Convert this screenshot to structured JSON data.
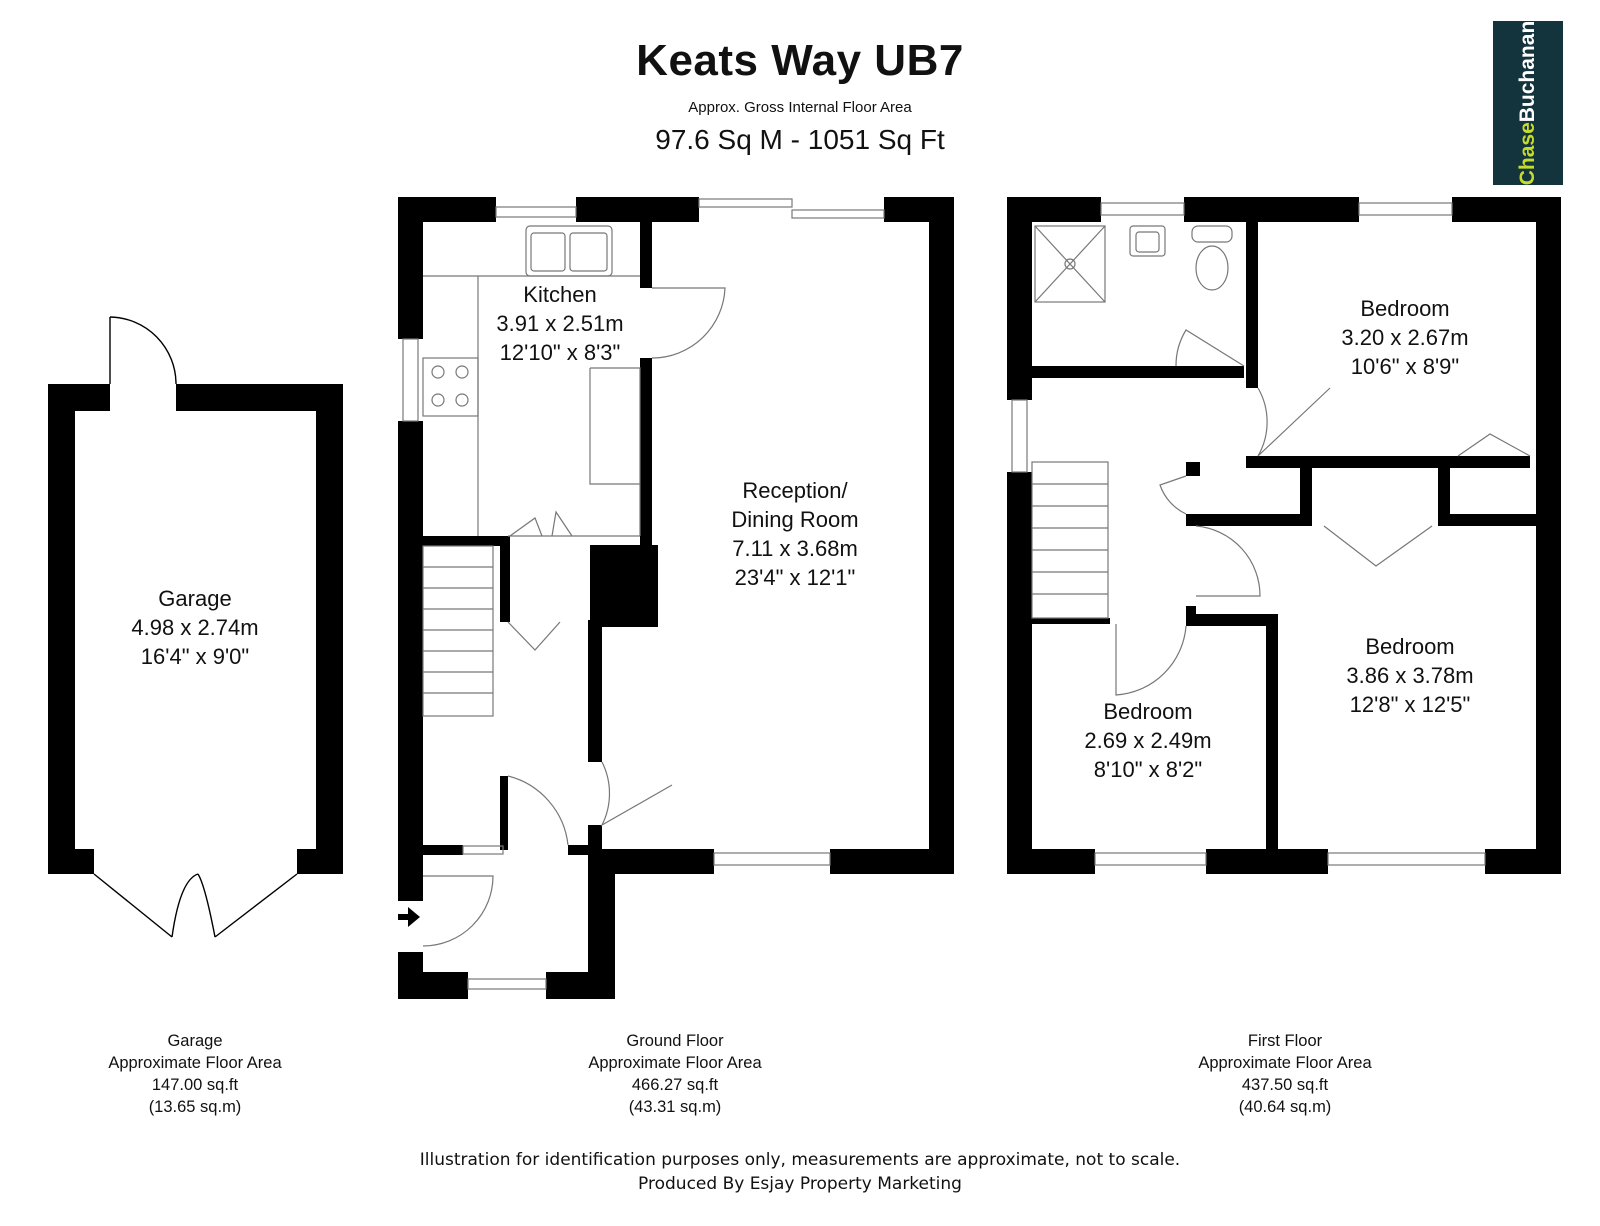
{
  "header": {
    "title": "Keats Way UB7",
    "subtitle": "Approx. Gross Internal Floor Area",
    "total_area": "97.6 Sq M - 1051 Sq Ft"
  },
  "logo": {
    "part1": "Chase",
    "part2": "Buchanan",
    "bg_color": "#13333d",
    "accent_color": "#c6dc2a"
  },
  "rooms": {
    "kitchen": {
      "name": "Kitchen",
      "metric": "3.91 x 2.51m",
      "imperial": "12'10\" x 8'3\""
    },
    "reception": {
      "name1": "Reception/",
      "name2": "Dining Room",
      "metric": "7.11 x 3.68m",
      "imperial": "23'4\" x 12'1\""
    },
    "garage": {
      "name": "Garage",
      "metric": "4.98 x 2.74m",
      "imperial": "16'4\" x 9'0\""
    },
    "bedroom1": {
      "name": "Bedroom",
      "metric": "3.20 x 2.67m",
      "imperial": "10'6\" x 8'9\""
    },
    "bedroom2": {
      "name": "Bedroom",
      "metric": "3.86 x 3.78m",
      "imperial": "12'8\" x 12'5\""
    },
    "bedroom3": {
      "name": "Bedroom",
      "metric": "2.69 x 2.49m",
      "imperial": "8'10\" x 8'2\""
    }
  },
  "floors": {
    "garage": {
      "name": "Garage",
      "label": "Approximate Floor Area",
      "sqft": "147.00 sq.ft",
      "sqm": "(13.65 sq.m)"
    },
    "ground": {
      "name": "Ground Floor",
      "label": "Approximate Floor Area",
      "sqft": "466.27 sq.ft",
      "sqm": "(43.31 sq.m)"
    },
    "first": {
      "name": "First Floor",
      "label": "Approximate Floor Area",
      "sqft": "437.50 sq.ft",
      "sqm": "(40.64 sq.m)"
    }
  },
  "footer": {
    "disclaimer": "Illustration for identification purposes only, measurements are approximate, not to scale.",
    "producer": "Produced By Esjay Property Marketing"
  },
  "colors": {
    "wall": "#000000",
    "fixture_line": "#777777"
  }
}
